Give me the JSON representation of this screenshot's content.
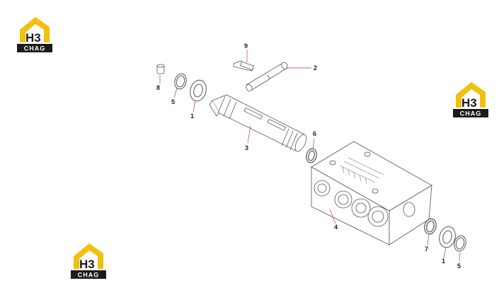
{
  "logos": [
    {
      "id": "top-left",
      "big": "H3",
      "small": "CHAG"
    },
    {
      "id": "mid-right",
      "big": "H3",
      "small": "CHAG"
    },
    {
      "id": "bottom-left",
      "big": "H3",
      "small": "CHAG"
    }
  ],
  "colors": {
    "logo_yellow": "#f2c00f",
    "logo_black": "#1b1b1b",
    "line": "#555555",
    "leader": "#c0392b"
  },
  "callouts": [
    {
      "id": "c9",
      "label": "9"
    },
    {
      "id": "c2",
      "label": "2"
    },
    {
      "id": "c8",
      "label": "8"
    },
    {
      "id": "c5a",
      "label": "5"
    },
    {
      "id": "c1a",
      "label": "1"
    },
    {
      "id": "c3",
      "label": "3"
    },
    {
      "id": "c6",
      "label": "6"
    },
    {
      "id": "c4",
      "label": "4"
    },
    {
      "id": "c7",
      "label": "7"
    },
    {
      "id": "c1b",
      "label": "1"
    },
    {
      "id": "c5b",
      "label": "5"
    }
  ]
}
